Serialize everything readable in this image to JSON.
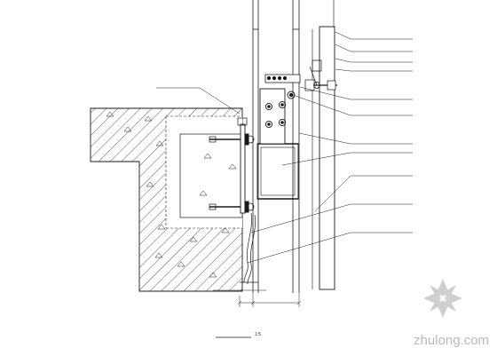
{
  "drawing": {
    "type": "curtain wall node section detail",
    "callouts_right": [
      {
        "id": "c1",
        "text": ""
      },
      {
        "id": "c2",
        "text": ""
      },
      {
        "id": "c3",
        "text": ""
      },
      {
        "id": "c4",
        "text": ""
      },
      {
        "id": "c5",
        "text": ""
      },
      {
        "id": "c6",
        "text": ""
      },
      {
        "id": "c7",
        "text": ""
      },
      {
        "id": "c8",
        "text": ""
      },
      {
        "id": "c9",
        "text": ""
      },
      {
        "id": "c10",
        "text": ""
      }
    ],
    "callout_left": {
      "text": ""
    },
    "title": {
      "text": "",
      "scale": "1:5"
    }
  },
  "watermark": {
    "text": "zhulong.com",
    "logo": "zhulong-logo"
  },
  "colors": {
    "line": "#1a1a1a",
    "watermark": "#c4c4c4"
  }
}
